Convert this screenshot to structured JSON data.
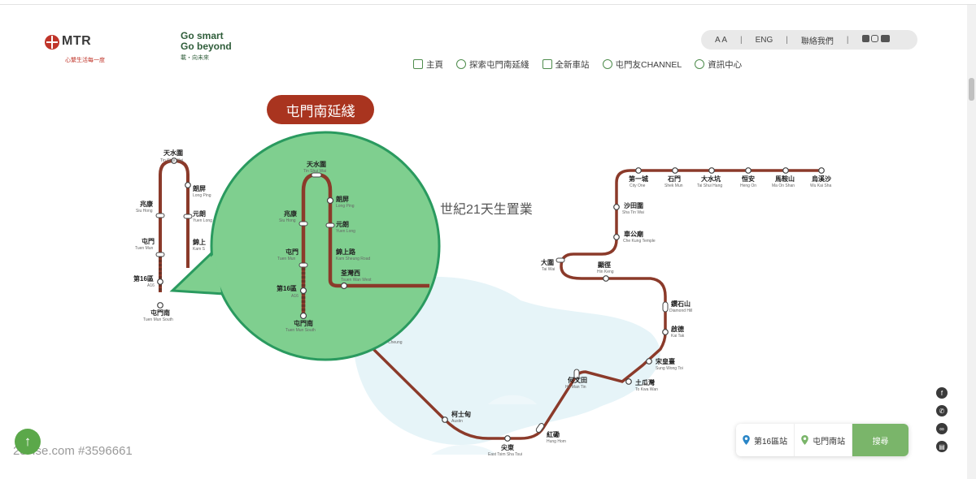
{
  "header": {
    "mtr_brand": "MTR",
    "mtr_slogan": "心繫生活每一度",
    "gosmart_line1": "Go smart",
    "gosmart_line2": "Go beyond",
    "gosmart_line3": "載‧向未來"
  },
  "utility": {
    "font_size_label": "A A",
    "lang_label": "ENG",
    "contact_label": "聯絡我們",
    "social_icons": [
      "facebook-icon",
      "instagram-icon",
      "youtube-icon"
    ]
  },
  "nav": {
    "items": [
      {
        "label": "主頁",
        "icon": "home-icon"
      },
      {
        "label": "探索屯門南延綫",
        "icon": "info-icon"
      },
      {
        "label": "全新車站",
        "icon": "train-icon"
      },
      {
        "label": "屯門友CHANNEL",
        "icon": "people-icon"
      },
      {
        "label": "資訊中心",
        "icon": "help-icon"
      }
    ]
  },
  "title": "屯門南延綫",
  "map": {
    "line_color": "#8b3a2a",
    "extension_color": "#6b3226",
    "zoom_fill": "#7fcf8f",
    "zoom_border": "#2a9a5f",
    "left_branch": [
      {
        "zh": "天水圍",
        "en": "Tin Shui Wai"
      },
      {
        "zh": "朗屏",
        "en": "Long Ping"
      },
      {
        "zh": "兆康",
        "en": "Siu Hong"
      },
      {
        "zh": "元朗",
        "en": "Yuen Long"
      },
      {
        "zh": "屯門",
        "en": "Tuen Mun"
      },
      {
        "zh": "錦上",
        "en": "Kam S"
      },
      {
        "zh": "第16區",
        "en": "A16"
      },
      {
        "zh": "屯門南",
        "en": "Tuen Mun South"
      }
    ],
    "zoom_stations": [
      {
        "zh": "天水圍",
        "en": "Tin Shui Wai"
      },
      {
        "zh": "朗屏",
        "en": "Long Ping"
      },
      {
        "zh": "兆康",
        "en": "Siu Hong"
      },
      {
        "zh": "元朗",
        "en": "Yuen Long"
      },
      {
        "zh": "屯門",
        "en": "Tuen Mun"
      },
      {
        "zh": "錦上路",
        "en": "Kam Sheung Road"
      },
      {
        "zh": "第16區",
        "en": "A16"
      },
      {
        "zh": "荃灣西",
        "en": "Tsuen Wan West"
      },
      {
        "zh": "屯門南",
        "en": "Tuen Mun South"
      }
    ],
    "right_stations": [
      {
        "zh": "第一城",
        "en": "City One"
      },
      {
        "zh": "石門",
        "en": "Shek Mun"
      },
      {
        "zh": "大水坑",
        "en": "Tai Shui Hang"
      },
      {
        "zh": "恒安",
        "en": "Heng On"
      },
      {
        "zh": "馬鞍山",
        "en": "Ma On Shan"
      },
      {
        "zh": "烏溪沙",
        "en": "Wu Kai Sha"
      },
      {
        "zh": "沙田圍",
        "en": "Sha Tin Wai"
      },
      {
        "zh": "車公廟",
        "en": "Che Kung Temple"
      },
      {
        "zh": "大圍",
        "en": "Tai Wai"
      },
      {
        "zh": "顯徑",
        "en": "Hin Keng"
      },
      {
        "zh": "鑽石山",
        "en": "Diamond Hill"
      },
      {
        "zh": "啟德",
        "en": "Kai Tak"
      },
      {
        "zh": "宋皇臺",
        "en": "Sung Wong Toi"
      },
      {
        "zh": "土瓜灣",
        "en": "To Kwa Wan"
      },
      {
        "zh": "何文田",
        "en": "Ho Man Tin"
      },
      {
        "zh": "紅磡",
        "en": "Hung Hom"
      },
      {
        "zh": "尖東",
        "en": "East Tsim Sha Tsui"
      },
      {
        "zh": "柯士甸",
        "en": "Austin"
      }
    ],
    "partial_label_en": "Cheung"
  },
  "watermark_text": "世紀21天生置業",
  "watermark_bottom": "28Hse.com #3596661",
  "picker": {
    "from_label": "第16區站",
    "to_label": "屯門南站",
    "go_label": "搜尋"
  }
}
